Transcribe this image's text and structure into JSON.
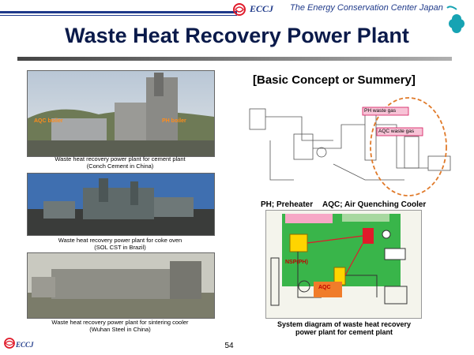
{
  "header": {
    "logo_text": "ECCJ",
    "organization": "The Energy Conservation Center Japan"
  },
  "title": "Waste Heat Recovery Power Plant",
  "photos": [
    {
      "caption_line1": "Waste heat recovery power plant for cement plant",
      "caption_line2": "(Conch Cement in China)",
      "label_aqc": "AQC boiler",
      "label_ph": "PH boiler"
    },
    {
      "caption_line1": "Waste heat recovery power plant for coke oven",
      "caption_line2": "(SOL CST in Brazil)"
    },
    {
      "caption_line1": "Waste heat recovery power plant for sintering cooler",
      "caption_line2": "(Wuhan Steel in China)"
    }
  ],
  "concept_heading": "[Basic Concept or Summery]",
  "diagram1": {
    "label_ph_waste_gas": "PH waste gas",
    "label_aqc_waste_gas": "AQC waste gas"
  },
  "legend": {
    "ph": "PH; Preheater",
    "aqc": "AQC; Air Quenching Cooler"
  },
  "diagram2": {
    "label_nsp": "NSP(PH)",
    "label_aqc": "AQC"
  },
  "system_caption_line1": "System diagram of waste heat recovery",
  "system_caption_line2": "power plant for cement plant",
  "page_number": "54",
  "footer_logo_text": "ECCJ",
  "colors": {
    "navy": "#1f3a8a",
    "diagram_green": "#39b54a",
    "orange_circle": "#e07a2a",
    "magenta_box": "#d4145a"
  }
}
